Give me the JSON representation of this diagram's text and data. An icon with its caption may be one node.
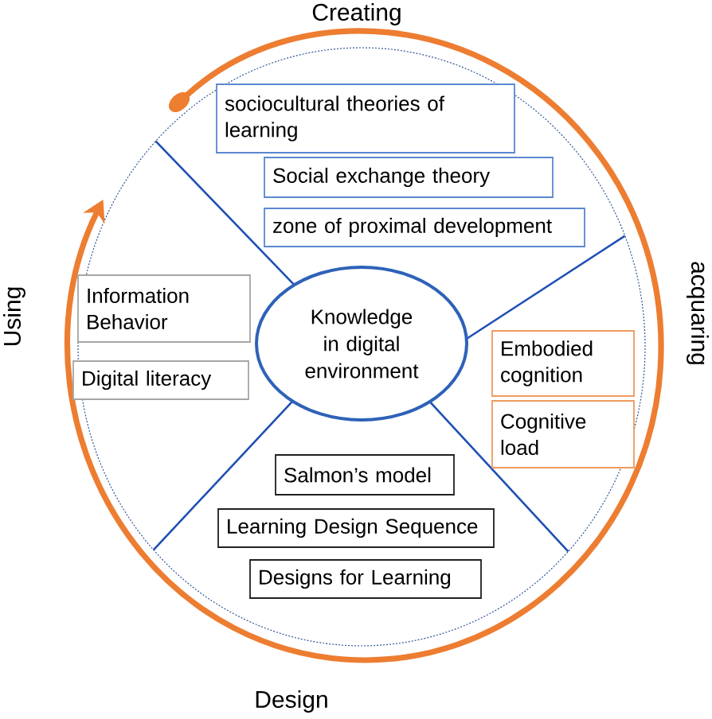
{
  "diagram": {
    "nodes": [
      {
        "text": [
          "sociocultural theories of learning"
        ]
      },
      {
        "text": [
          "Social exchange theory"
        ]
      },
      {
        "text": [
          "zone of proximal development"
        ]
      },
      {
        "text": [
          "Information Behavior"
        ]
      },
      {
        "text": [
          "Digital literacy"
        ]
      },
      {
        "text": [
          "Knowledge in digital environment"
        ]
      },
      {
        "text": [
          "Embodied cognition"
        ]
      },
      {
        "text": [
          "Cognitive load"
        ]
      },
      {
        "text": [
          "Salmon’s model"
        ]
      },
      {
        "text": [
          "Learning Design Sequence"
        ]
      },
      {
        "text": [
          "Designs for Learning"
        ]
      }
    ],
    "labels": [
      "Creating",
      "Using",
      "acquaring",
      "Design"
    ]
  }
}
